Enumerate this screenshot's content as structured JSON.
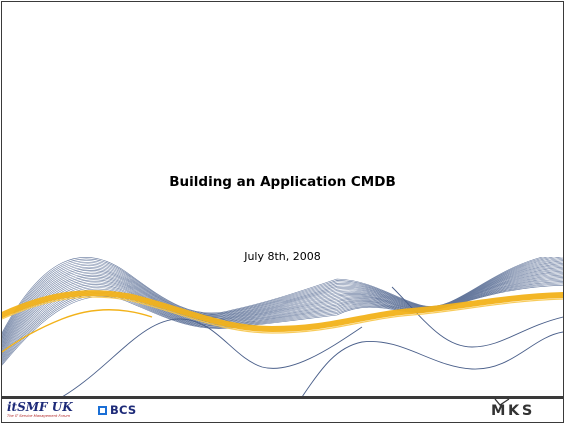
{
  "slide": {
    "title": "Building an Application CMDB",
    "date": "July 8th, 2008"
  },
  "footer": {
    "left_logo": "itSMF UK",
    "left_logo_tagline": "The IT Service Management Forum",
    "middle_logo": "BCS",
    "right_logo": "MKS"
  },
  "colors": {
    "frame": "#3a3a3a",
    "wave_blue": "#5b6f96",
    "wave_gold": "#f2b21a",
    "itsmf_blue": "#1d2a78",
    "bcs_blue": "#1a6fd6"
  },
  "icons": [
    "wave-graphic",
    "itsmf-logo",
    "bcs-logo",
    "mks-logo"
  ]
}
